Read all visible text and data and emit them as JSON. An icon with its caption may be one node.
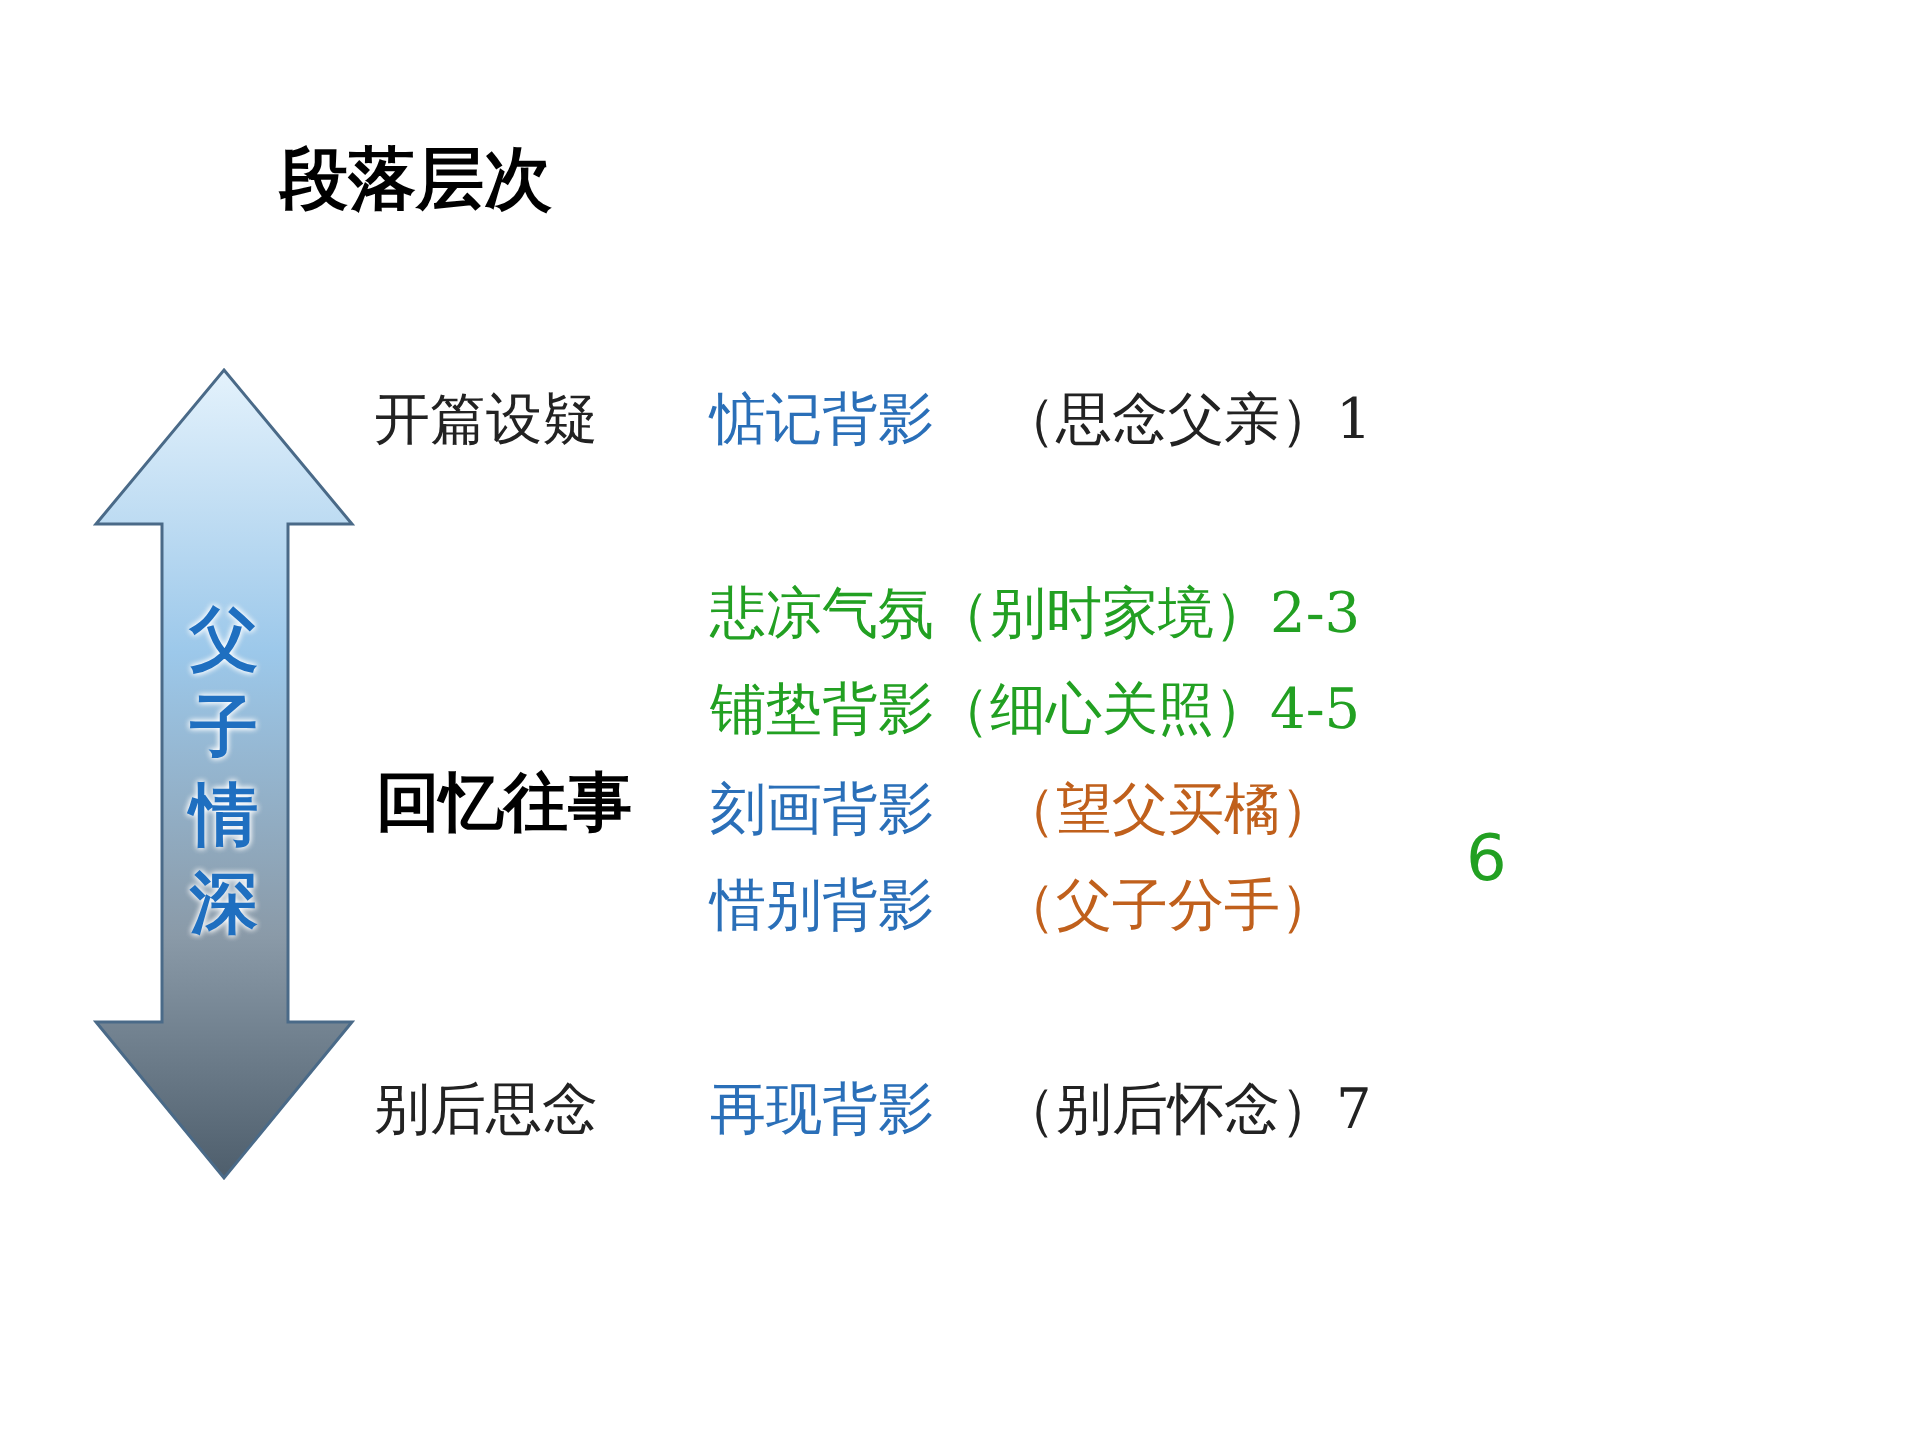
{
  "diagram": {
    "title": "段落层次",
    "nodes": [
      {
        "text": [
          "父子情深"
        ]
      }
    ],
    "labels": [
      "开篇设疑",
      "惦记背影",
      "（思念父亲）1",
      "悲凉气氛（别时家境）2-3",
      "铺垫背影（细心关照）4-5",
      "回忆往事",
      "刻画背影",
      "（望父买橘）",
      "6",
      "惜别背影",
      "（父子分手）",
      "别后思念",
      "再现背影",
      "（别后怀念）7"
    ]
  }
}
